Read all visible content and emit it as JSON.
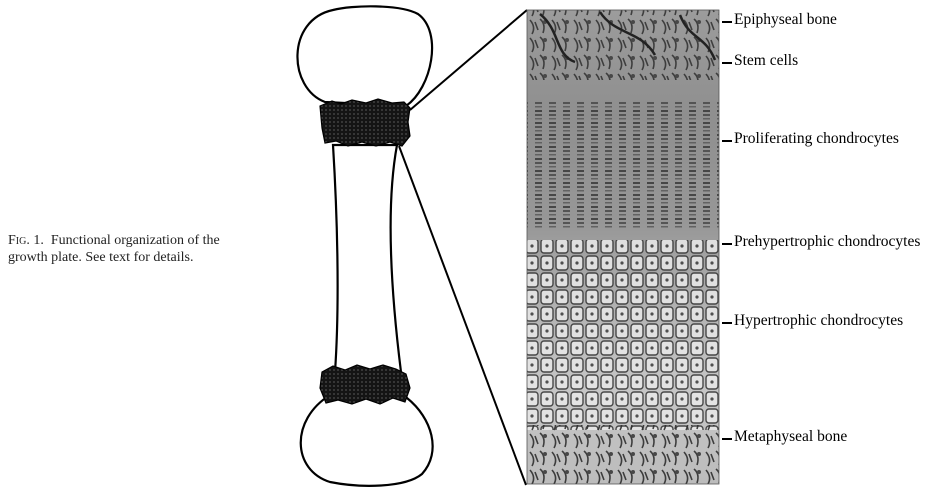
{
  "caption": {
    "fig_label": "Fig. 1.",
    "line1": "Functional organization of the",
    "line2": "growth plate. See text for details."
  },
  "zones": [
    {
      "label": "Epiphyseal bone"
    },
    {
      "label": "Stem cells"
    },
    {
      "label": "Proliferating chondrocytes"
    },
    {
      "label": "Prehypertrophic chondrocytes"
    },
    {
      "label": "Hypertrophic chondrocytes"
    },
    {
      "label": "Metaphyseal bone"
    }
  ]
}
